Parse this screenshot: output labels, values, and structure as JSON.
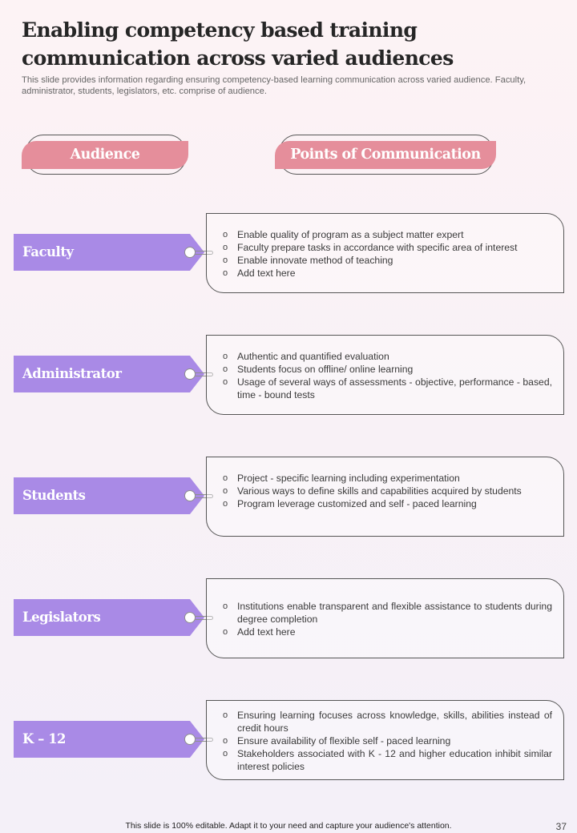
{
  "title": "Enabling competency based training communication across varied audiences",
  "subtitle": "This slide provides information regarding ensuring competency-based learning communication across varied audience. Faculty,  administrator, students, legislators, etc. comprise of audience.",
  "headers": {
    "audience": "Audience",
    "points": "Points of Communication"
  },
  "rows": [
    {
      "label": "Faculty",
      "points": [
        "Enable quality of program  as a subject matter expert",
        "Faculty prepare  tasks in accordance  with specific area of interest",
        "Enable innovate  method of teaching",
        "Add text here"
      ]
    },
    {
      "label": "Administrator",
      "points": [
        "Authentic and quantified  evaluation",
        "Students focus on offline/  online learning",
        "Usage of several ways of assessments - objective,  performance  - based, time - bound tests"
      ]
    },
    {
      "label": "Students",
      "points": [
        "Project - specific learning  including  experimentation",
        "Various ways to define  skills and capabilities  acquired  by students",
        "Program  leverage  customized and self - paced learning"
      ]
    },
    {
      "label": "Legislators",
      "points": [
        "Institutions enable transparent  and flexible assistance to students during degree  completion",
        "Add text here"
      ]
    },
    {
      "label": "K – 12",
      "points": [
        "Ensuring learning focuses across knowledge,  skills, abilities instead of credit hours",
        "Ensure  availability  of flexible self - paced learning",
        "Stakeholders associated with K - 12 and higher education inhibit similar interest policies"
      ]
    }
  ],
  "footer": "This slide is 100% editable.  Adapt it to your need and capture your audience's attention.",
  "page_number": "37",
  "colors": {
    "header_fill": "#e58e9b",
    "tag_fill": "#a98ae6"
  }
}
